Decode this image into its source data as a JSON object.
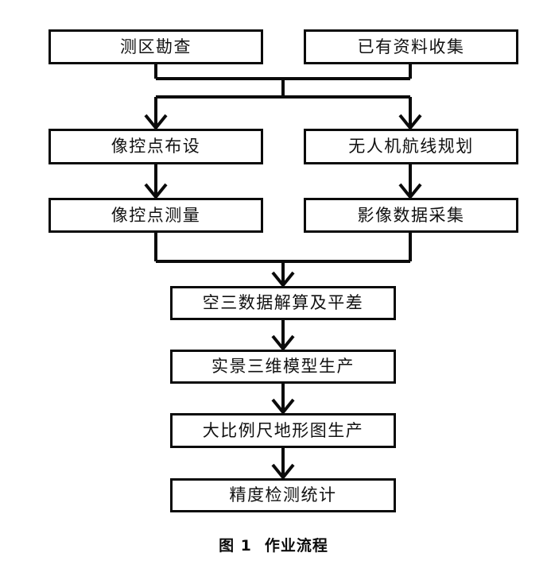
{
  "figure": {
    "caption_prefix": "图 1",
    "caption_title": "作业流程"
  },
  "style": {
    "background": "#ffffff",
    "line_color": "#0b0b0b",
    "box_fill": "#ffffff",
    "text_color": "#111111"
  },
  "nodes": {
    "survey": {
      "label": "测区勘查"
    },
    "collect": {
      "label": "已有资料收集"
    },
    "gcp_layout": {
      "label": "像控点布设"
    },
    "uav_route": {
      "label": "无人机航线规划"
    },
    "gcp_measure": {
      "label": "像控点测量"
    },
    "img_acq": {
      "label": "影像数据采集"
    },
    "aerial": {
      "label": "空三数据解算及平差"
    },
    "model3d": {
      "label": "实景三维模型生产"
    },
    "topomap": {
      "label": "大比例尺地形图生产"
    },
    "accuracy": {
      "label": "精度检测统计"
    }
  },
  "flow": {
    "rows": [
      [
        "测区勘查",
        "已有资料收集"
      ],
      [
        "像控点布设",
        "无人机航线规划"
      ],
      [
        "像控点测量",
        "影像数据采集"
      ],
      [
        "空三数据解算及平差"
      ],
      [
        "实景三维模型生产"
      ],
      [
        "大比例尺地形图生产"
      ],
      [
        "精度检测统计"
      ]
    ],
    "edges": [
      {
        "from": "测区勘查",
        "to": "像控点布设"
      },
      {
        "from": "测区勘查",
        "to": "无人机航线规划"
      },
      {
        "from": "已有资料收集",
        "to": "像控点布设"
      },
      {
        "from": "已有资料收集",
        "to": "无人机航线规划"
      },
      {
        "from": "像控点布设",
        "to": "像控点测量"
      },
      {
        "from": "无人机航线规划",
        "to": "影像数据采集"
      },
      {
        "from": "像控点测量",
        "to": "空三数据解算及平差"
      },
      {
        "from": "影像数据采集",
        "to": "空三数据解算及平差"
      },
      {
        "from": "空三数据解算及平差",
        "to": "实景三维模型生产"
      },
      {
        "from": "实景三维模型生产",
        "to": "大比例尺地形图生产"
      },
      {
        "from": "大比例尺地形图生产",
        "to": "精度检测统计"
      }
    ]
  }
}
